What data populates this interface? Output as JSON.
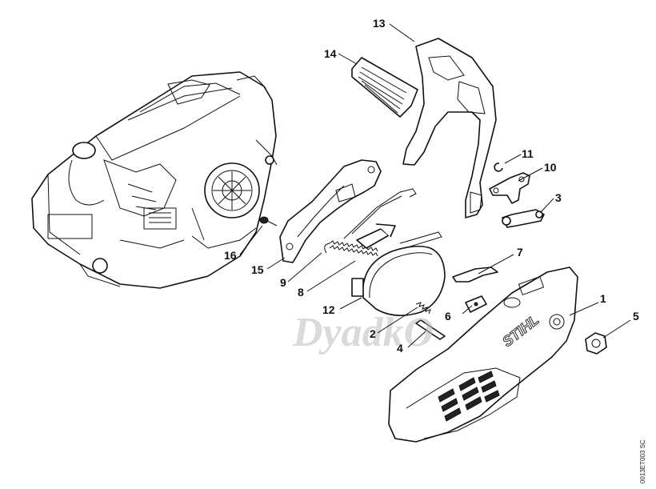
{
  "diagram": {
    "callouts": [
      {
        "id": "c1",
        "label": "1"
      },
      {
        "id": "c2",
        "label": "2"
      },
      {
        "id": "c3",
        "label": "3"
      },
      {
        "id": "c4",
        "label": "4"
      },
      {
        "id": "c5",
        "label": "5"
      },
      {
        "id": "c6",
        "label": "6"
      },
      {
        "id": "c7",
        "label": "7"
      },
      {
        "id": "c8",
        "label": "8"
      },
      {
        "id": "c9",
        "label": "9"
      },
      {
        "id": "c10",
        "label": "10"
      },
      {
        "id": "c11",
        "label": "11"
      },
      {
        "id": "c12",
        "label": "12"
      },
      {
        "id": "c13",
        "label": "13"
      },
      {
        "id": "c14",
        "label": "14"
      },
      {
        "id": "c15",
        "label": "15"
      },
      {
        "id": "c16",
        "label": "16"
      }
    ],
    "cover_brand": "STIHL",
    "watermark": "DyadkO",
    "drawing_ref": "0013ET003 SC"
  },
  "colors": {
    "line": "#111111",
    "watermark": "#bdbdbd",
    "background": "#ffffff"
  }
}
